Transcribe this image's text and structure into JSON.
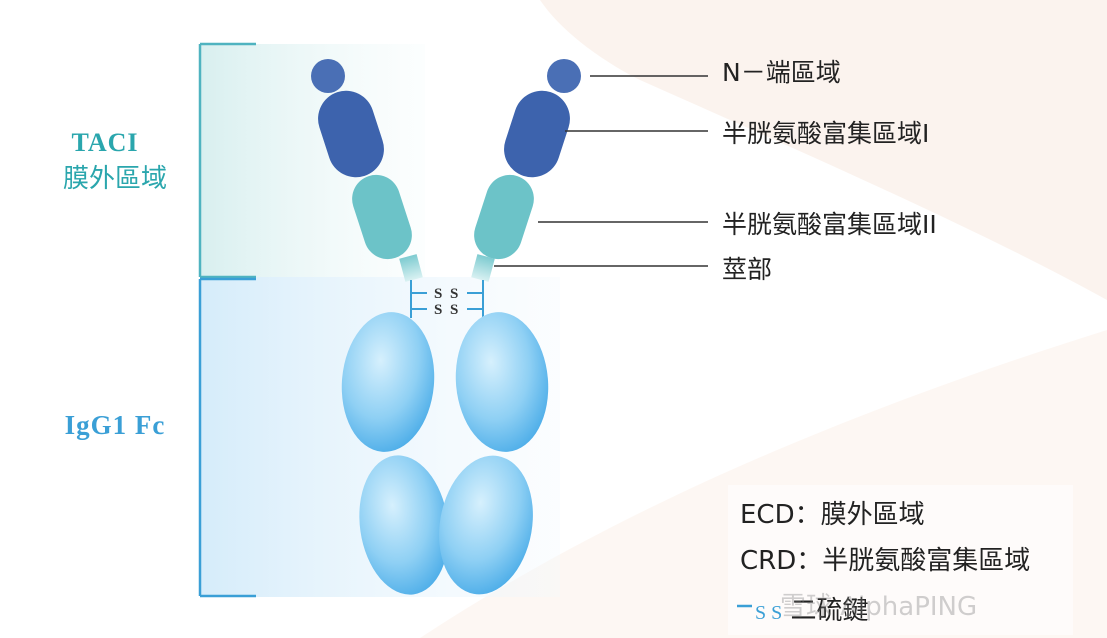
{
  "left_labels": {
    "taci_title": "TACI",
    "taci_sub": "膜外區域",
    "igg": "IgG1 Fc"
  },
  "callouts": {
    "n_terminal": "N－端區域",
    "crd1": "半胱氨酸富集區域I",
    "crd2": "半胱氨酸富集區域II",
    "stalk": "莖部"
  },
  "disulfide_marks": [
    "S",
    "S",
    "S",
    "S"
  ],
  "legend": {
    "ecd": "ECD：膜外區域",
    "crd": "CRD：半胱氨酸富集區域",
    "ss_symbol": "S S",
    "ss_text": "二硫鍵"
  },
  "watermark": "雪球 AlphaPING",
  "colors": {
    "teal": "#2aa6ad",
    "blue_label": "#3a9fd6",
    "n_domain": "#4a6fb5",
    "crd1": "#3d63ad",
    "crd2": "#6cc3c8",
    "fc_light": "#bfe6fb",
    "fc_dark": "#3fa6e6",
    "bracket": "#4fb3c0"
  }
}
